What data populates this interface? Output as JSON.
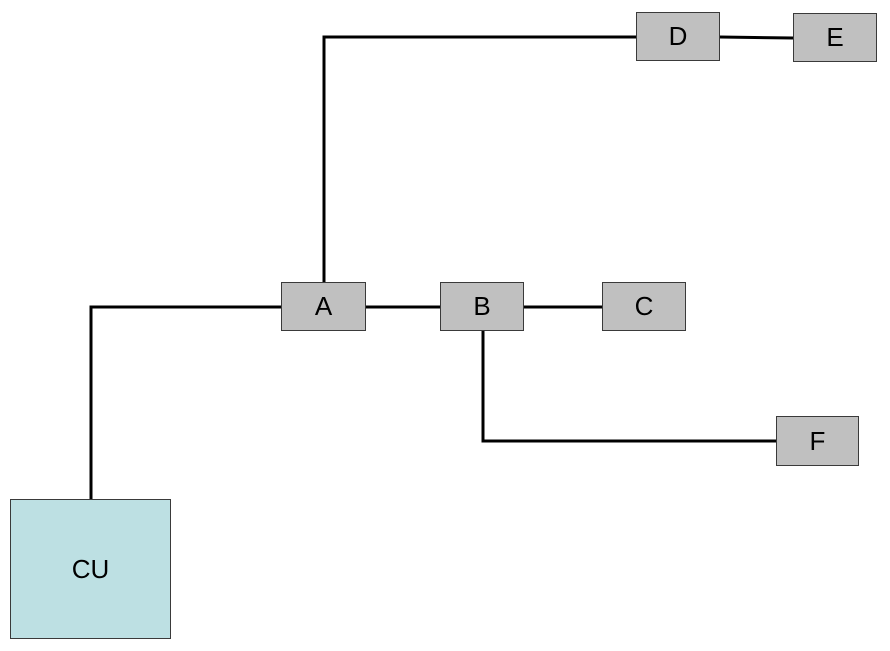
{
  "diagram": {
    "nodes": [
      {
        "id": "A",
        "label": "A",
        "color": "#c0c0c0"
      },
      {
        "id": "B",
        "label": "B",
        "color": "#c0c0c0"
      },
      {
        "id": "C",
        "label": "C",
        "color": "#c0c0c0"
      },
      {
        "id": "D",
        "label": "D",
        "color": "#c0c0c0"
      },
      {
        "id": "E",
        "label": "E",
        "color": "#c0c0c0"
      },
      {
        "id": "F",
        "label": "F",
        "color": "#c0c0c0"
      },
      {
        "id": "CU",
        "label": "CU",
        "color": "#bde0e3"
      }
    ],
    "edges": [
      {
        "from": "CU",
        "to": "A"
      },
      {
        "from": "A",
        "to": "B"
      },
      {
        "from": "B",
        "to": "C"
      },
      {
        "from": "A",
        "to": "D"
      },
      {
        "from": "D",
        "to": "E"
      },
      {
        "from": "B",
        "to": "F"
      }
    ],
    "line_color": "#000000"
  }
}
